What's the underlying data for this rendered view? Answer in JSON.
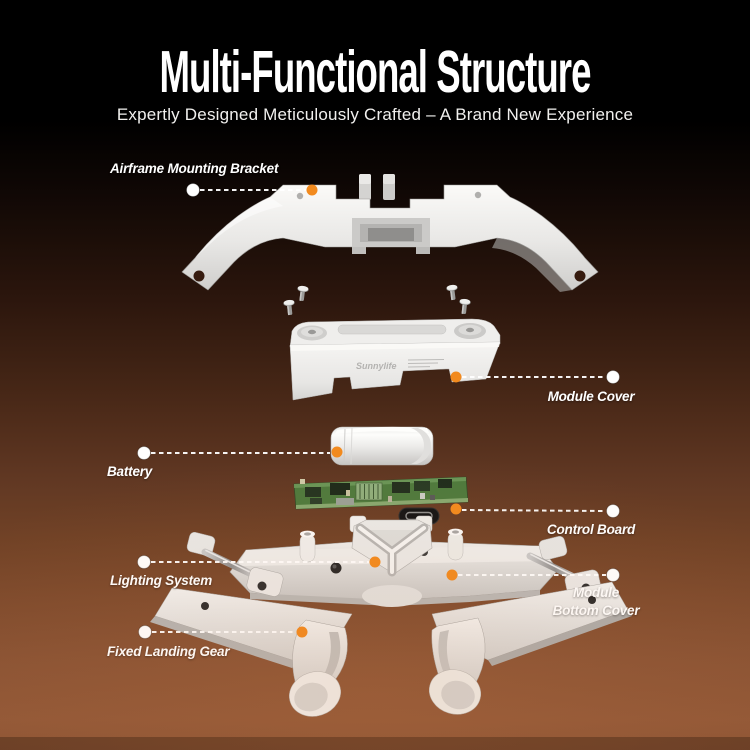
{
  "header": {
    "title": "Multi-Functional Structure",
    "subtitle": "Expertly Designed Meticulously Crafted – A Brand New Experience"
  },
  "diagram": {
    "brand_mark": "Sunnylife",
    "callouts": [
      {
        "label": "Airframe Mounting Bracket",
        "side": "left"
      },
      {
        "label": "Module Cover",
        "side": "right"
      },
      {
        "label": "Battery",
        "side": "left"
      },
      {
        "label": "Control Board",
        "side": "right"
      },
      {
        "label": "Lighting System",
        "side": "left"
      },
      {
        "label": "Module\nBottom Cover",
        "side": "right"
      },
      {
        "label": "Fixed Landing Gear",
        "side": "left"
      }
    ],
    "colors": {
      "accent_orange": "#F28A1E",
      "dot_white": "#FFFFFF",
      "text_white": "#FFFFFF",
      "part_white": "#EFEEEC",
      "pcb_green": "#4E7A3D",
      "background_top": "#000000",
      "background_bottom": "#8F5636"
    }
  }
}
